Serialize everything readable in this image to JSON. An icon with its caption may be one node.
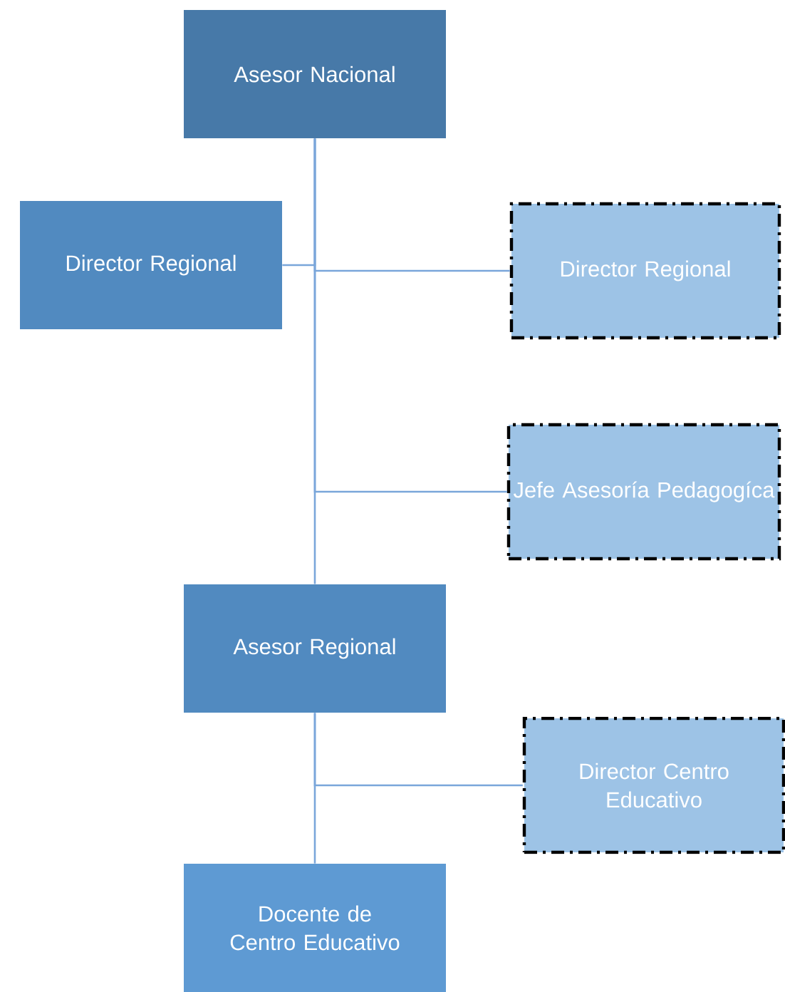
{
  "diagram": {
    "nodes": [
      {
        "text": [
          "Asesor Nacional"
        ]
      },
      {
        "text": [
          "Director Regional"
        ]
      },
      {
        "text": [
          "Director Regional"
        ]
      },
      {
        "text": [
          "Jefe Asesoría Pedagogíca"
        ]
      },
      {
        "text": [
          "Asesor Regional"
        ]
      },
      {
        "text": [
          "Director Centro Educativo"
        ]
      },
      {
        "text": [
          "Docente de Centro Educativo"
        ]
      }
    ],
    "edges": [
      {
        "from": 0,
        "to": 4,
        "arrow": "none"
      },
      {
        "from": 0,
        "to": 1,
        "arrow": "none"
      },
      {
        "from": 0,
        "to": 2,
        "arrow": "none"
      },
      {
        "from": 0,
        "to": 3,
        "arrow": "none"
      },
      {
        "from": 4,
        "to": 5,
        "arrow": "none"
      },
      {
        "from": 4,
        "to": 6,
        "arrow": "none"
      }
    ]
  }
}
